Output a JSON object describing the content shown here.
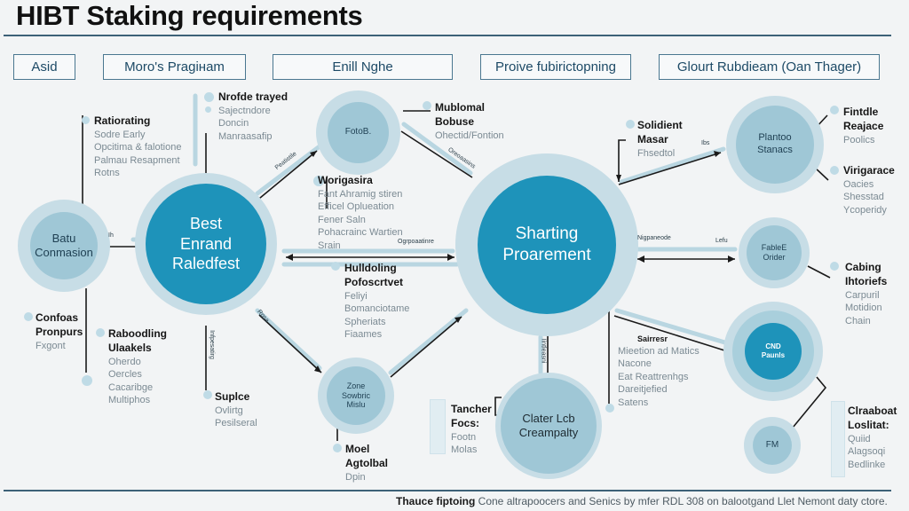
{
  "title": "HIBT Staking requirements",
  "tabs": [
    {
      "label": "Asid"
    },
    {
      "label": "Moro's Pragiнam"
    },
    {
      "label": "Enill Nghe"
    },
    {
      "label": "Proive fubirictopning"
    },
    {
      "label": "Glourt Rubdieam (Oan Thager)"
    }
  ],
  "nodes": {
    "best": {
      "label": "Best\nEnrand\nRaledfest",
      "lines": [
        "Best",
        "Enrand",
        "Raledfest"
      ]
    },
    "sharting": {
      "lines": [
        "Sharting",
        "Proarement"
      ]
    },
    "batu": {
      "lines": [
        "Batu",
        "Conmasion"
      ]
    },
    "fotob": {
      "lines": [
        "FotoB."
      ]
    },
    "plantoo": {
      "lines": [
        "Plantoo",
        "Stanacs"
      ]
    },
    "fable": {
      "lines": [
        "FableE",
        "Orider"
      ]
    },
    "cnd": {
      "lines": [
        "CND",
        "Paunls"
      ]
    },
    "fm": {
      "lines": [
        "FM"
      ]
    },
    "zone": {
      "lines": [
        "Zone",
        "Sowbric",
        "Mislu"
      ]
    },
    "clater": {
      "lines": [
        "Clater Lcb",
        "Creampalty"
      ]
    }
  },
  "labels": {
    "ratiorating": {
      "heading": "Ratiorating",
      "items": [
        "Sodre Early",
        "Opcitima & falotione",
        "Palmau Resapment",
        "Rotns"
      ]
    },
    "nrofde": {
      "heading": "Nrofde trayed",
      "items": [
        "Sajectndore",
        "Doncin",
        "Manraasafip"
      ]
    },
    "mublomal": {
      "heading": "Mublomal Bobuse",
      "items": [
        "Ohectid/Fontion"
      ]
    },
    "worigasira": {
      "heading": "Worigasira",
      "items": [
        "Fant Ahramig stiren",
        "Efficel Oplueation",
        "Fener Saln",
        "Pohacrainc Wartien",
        "Srain"
      ]
    },
    "hulldoling": {
      "heading": "Hulldoling Pofoscrtvet",
      "items": [
        "Feliyi",
        "Bomanciotame",
        "Spheriats",
        "Fiaames"
      ]
    },
    "solidient": {
      "heading": "Solidient Masar",
      "items": [
        "Fhsedtol"
      ]
    },
    "fintdle": {
      "heading": "Fintdle Reajace",
      "items": [
        "Poolics"
      ]
    },
    "virigarace": {
      "heading": "Virigarace",
      "items": [
        "Oacies",
        "Shesstad",
        "Ycoperidy"
      ]
    },
    "cabing": {
      "heading": "Cabing Ihtoriefs",
      "items": [
        "Carpuril",
        "Motidion",
        "Chain"
      ]
    },
    "confoas": {
      "heading": "Confoas Pronpurs",
      "items": [
        "Fxgont"
      ]
    },
    "raboodling": {
      "heading": "Raboodling Ulaakels",
      "items": [
        "Oherdo",
        "Oercles",
        "Cacaribge",
        "Multiphos"
      ]
    },
    "suplce": {
      "heading": "Suplce",
      "items": [
        "Ovlirtg",
        "Pesilseral"
      ]
    },
    "moel": {
      "heading": "Moel Agtolbal",
      "items": [
        "Dpin"
      ]
    },
    "tancher": {
      "heading": "Tancher Focs:",
      "items": [
        "Footn",
        "Molas"
      ]
    },
    "sairresr": {
      "heading": "Sairresr",
      "items": [
        "Mieetion ad Matics",
        "Nacone",
        "Eat Reattrenhgs",
        "Dareitjefied",
        "Satens"
      ]
    },
    "clraaboat": {
      "heading": "Clraaboat Loslitat:",
      "items": [
        "Quiid",
        "Alagsoqi",
        "Bedlinke"
      ]
    }
  },
  "connector_labels": {
    "c1": "Peatistile",
    "c2": "Oreoaasins",
    "c3": "Ogrpoaatinre",
    "c4": "Nigpaneode",
    "c5": "Lefu",
    "c6": "Ih",
    "c7": "Infpesatirg",
    "c8": "Iintleasni",
    "c9": "Rpsa",
    "c10": "Ibs"
  },
  "footer": {
    "bold": "Thauce fiptoing",
    "text": "Cone altrapoocers and Senics by mfer RDL 308 on balootgand Llet Nemont daty ctore."
  },
  "colors": {
    "accent_dark": "#1e93ba",
    "accent_light": "#9fc7d6",
    "ring": "#c7dde6",
    "rule": "#3d6177",
    "background": "#f2f4f5"
  }
}
